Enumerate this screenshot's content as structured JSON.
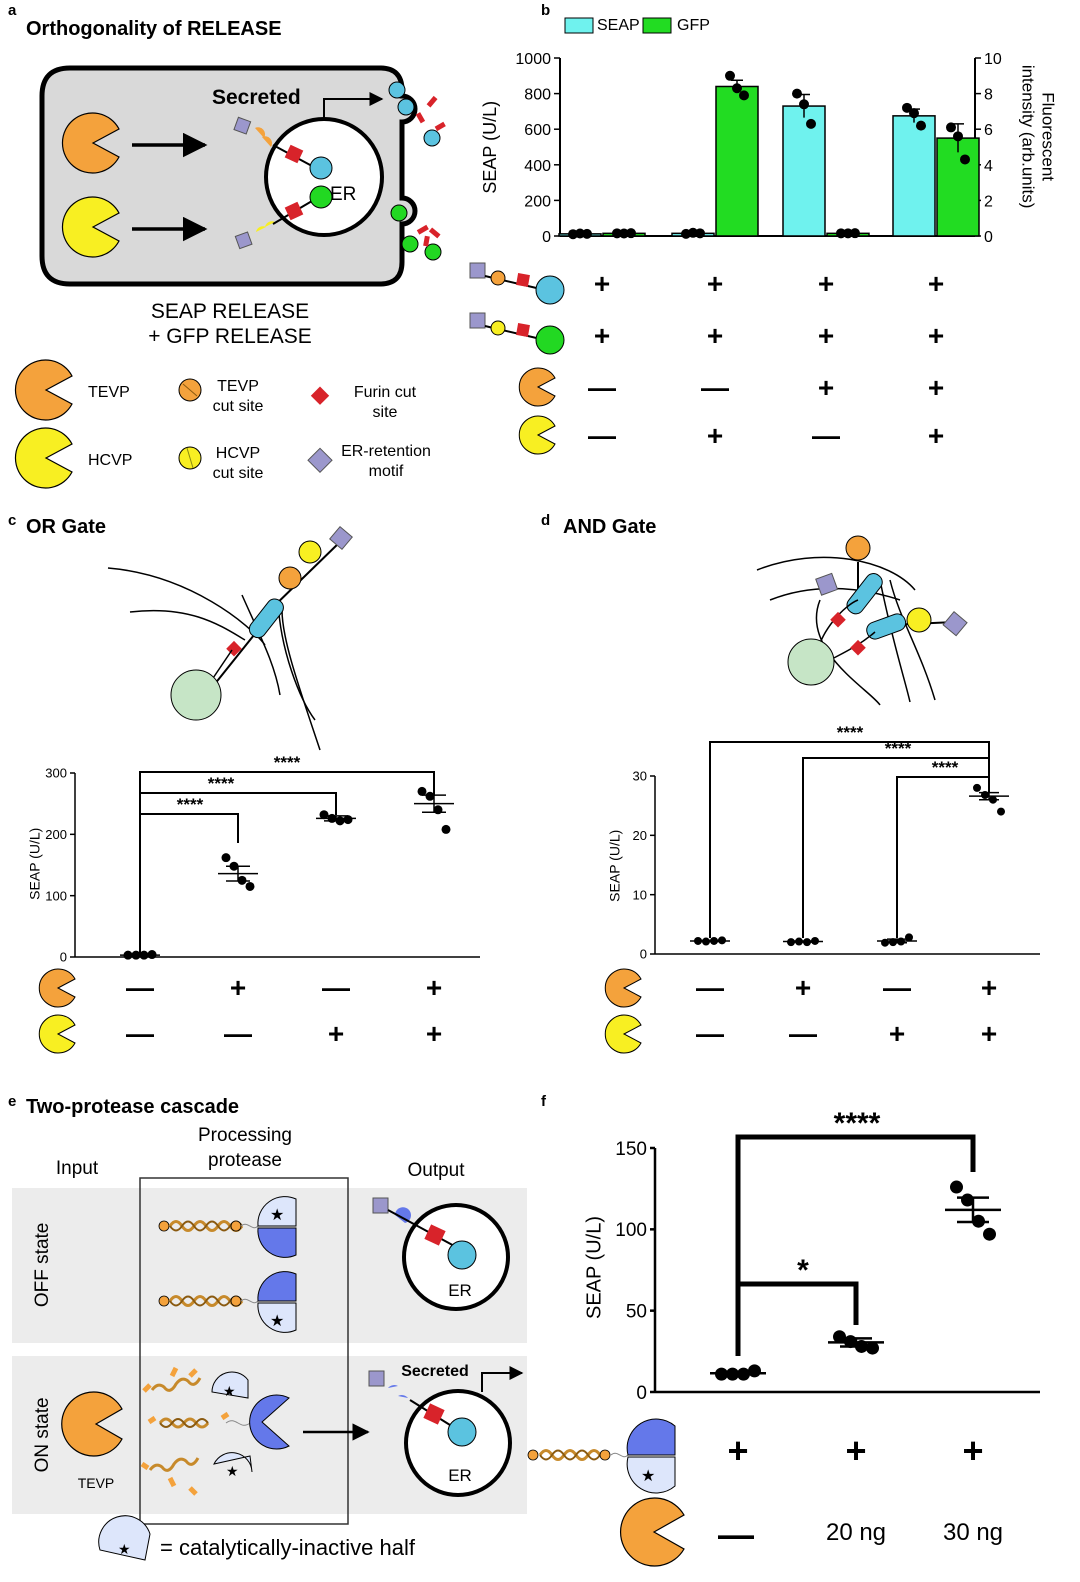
{
  "panel_a": {
    "letter": "a",
    "title": "Orthogonality of RELEASE",
    "secreted": "Secreted",
    "er": "ER",
    "caption_line1": "SEAP RELEASE",
    "caption_line2": "+ GFP RELEASE",
    "legend": {
      "tevp": "TEVP",
      "hcvp": "HCVP",
      "tevp_cut_1": "TEVP",
      "tevp_cut_2": "cut site",
      "hcvp_cut_1": "HCVP",
      "hcvp_cut_2": "cut site",
      "furin_1": "Furin cut",
      "furin_2": "site",
      "er_motif_1": "ER-retention",
      "er_motif_2": "motif"
    }
  },
  "panel_b": {
    "letter": "b",
    "legend": [
      "SEAP",
      "GFP"
    ],
    "ylabel_left": "SEAP (U/L)",
    "ylabel_right_1": "Fluorescent",
    "ylabel_right_2": "intensity (arb.units)",
    "row_tevp_site": [
      "+",
      "+",
      "+",
      "+"
    ],
    "row_hcvp_site": [
      "+",
      "+",
      "+",
      "+"
    ],
    "row_tevp": [
      "—",
      "—",
      "+",
      "+"
    ],
    "row_hcvp": [
      "—",
      "+",
      "—",
      "+"
    ]
  },
  "panel_c": {
    "letter": "c",
    "title": "OR Gate",
    "row_tevp": [
      "—",
      "+",
      "—",
      "+"
    ],
    "row_hcvp": [
      "—",
      "—",
      "+",
      "+"
    ]
  },
  "panel_d": {
    "letter": "d",
    "title": "AND Gate",
    "row_tevp": [
      "—",
      "+",
      "—",
      "+"
    ],
    "row_hcvp": [
      "—",
      "—",
      "+",
      "+"
    ]
  },
  "panel_e": {
    "letter": "e",
    "title": "Two-protease cascade",
    "input": "Input",
    "processing_1": "Processing",
    "processing_2": "protease",
    "output": "Output",
    "off_state": "OFF state",
    "on_state": "ON state",
    "tevp": "TEVP",
    "er_off": "ER",
    "er_on": "ER",
    "secreted": "Secreted",
    "legend": "= catalytically-inactive half"
  },
  "panel_f": {
    "letter": "f",
    "row_construct": [
      "+",
      "+",
      "+"
    ],
    "row_tevp": [
      "—",
      "20 ng",
      "30 ng"
    ]
  },
  "chart_data": [
    {
      "panel": "b",
      "type": "bar",
      "ylabel": "SEAP (U/L)",
      "y2label": "Fluorescent intensity (arb.units)",
      "ylim": [
        0,
        1000
      ],
      "y2lim": [
        0,
        10
      ],
      "yticks": [
        0,
        200,
        400,
        600,
        800,
        1000
      ],
      "y2ticks": [
        0,
        2,
        4,
        6,
        8,
        10
      ],
      "legend_position": "top",
      "series": [
        {
          "name": "SEAP",
          "color": "#6ff2ee",
          "axis": "left",
          "values": [
            12,
            15,
            730,
            675
          ],
          "errors": [
            4,
            4,
            65,
            38
          ],
          "points": [
            [
              10,
              14,
              12
            ],
            [
              12,
              18,
              15
            ],
            [
              800,
              740,
              630
            ],
            [
              720,
              690,
              620
            ]
          ]
        },
        {
          "name": "GFP",
          "color": "#22dc22",
          "axis": "right",
          "values": [
            0.15,
            8.4,
            0.15,
            5.5
          ],
          "errors": [
            0.05,
            0.35,
            0.05,
            0.8
          ],
          "points": [
            [
              0.15,
              0.14,
              0.16
            ],
            [
              9.0,
              8.3,
              7.9
            ],
            [
              0.15,
              0.15,
              0.16
            ],
            [
              6.1,
              5.6,
              4.3
            ]
          ]
        }
      ]
    },
    {
      "panel": "c",
      "type": "scatter",
      "ylabel": "SEAP (U/L)",
      "ylim": [
        0,
        300
      ],
      "yticks": [
        0,
        100,
        200,
        300
      ],
      "groups": [
        {
          "points": [
            3,
            3,
            3,
            4
          ],
          "mean": 3,
          "sem": 0.5
        },
        {
          "points": [
            162,
            148,
            125,
            115
          ],
          "mean": 136,
          "sem": 12
        },
        {
          "points": [
            232,
            226,
            222,
            224
          ],
          "mean": 226,
          "sem": 4
        },
        {
          "points": [
            270,
            262,
            240,
            208
          ],
          "mean": 250,
          "sem": 14
        }
      ],
      "significance": [
        {
          "from": 0,
          "to": 1,
          "label": "****"
        },
        {
          "from": 0,
          "to": 2,
          "label": "****"
        },
        {
          "from": 0,
          "to": 3,
          "label": "****"
        }
      ]
    },
    {
      "panel": "d",
      "type": "scatter",
      "ylabel": "SEAP (U/L)",
      "ylim": [
        0,
        30
      ],
      "yticks": [
        0,
        10,
        20,
        30
      ],
      "groups": [
        {
          "points": [
            2.2,
            2.1,
            2.2,
            2.3
          ],
          "mean": 2.2,
          "sem": 0.1
        },
        {
          "points": [
            2.0,
            2.1,
            2.0,
            2.2
          ],
          "mean": 2.1,
          "sem": 0.1
        },
        {
          "points": [
            1.9,
            2.0,
            2.1,
            2.8
          ],
          "mean": 2.2,
          "sem": 0.3
        },
        {
          "points": [
            28.0,
            26.8,
            26.0,
            24.0
          ],
          "mean": 26.6,
          "sem": 0.6
        }
      ],
      "significance": [
        {
          "from": 0,
          "to": 3,
          "label": "****"
        },
        {
          "from": 1,
          "to": 3,
          "label": "****"
        },
        {
          "from": 2,
          "to": 3,
          "label": "****"
        }
      ]
    },
    {
      "panel": "f",
      "type": "scatter",
      "ylabel": "SEAP (U/L)",
      "ylim": [
        0,
        150
      ],
      "yticks": [
        0,
        50,
        100,
        150
      ],
      "groups": [
        {
          "points": [
            11,
            11,
            11,
            13
          ],
          "mean": 11.5,
          "sem": 0.6
        },
        {
          "points": [
            34,
            31,
            28,
            27
          ],
          "mean": 30.5,
          "sem": 2.5
        },
        {
          "points": [
            126,
            118,
            105,
            97
          ],
          "mean": 112,
          "sem": 7.5
        }
      ],
      "significance": [
        {
          "from": 0,
          "to": 1,
          "label": "*"
        },
        {
          "from": 0,
          "to": 2,
          "label": "****"
        }
      ]
    }
  ]
}
